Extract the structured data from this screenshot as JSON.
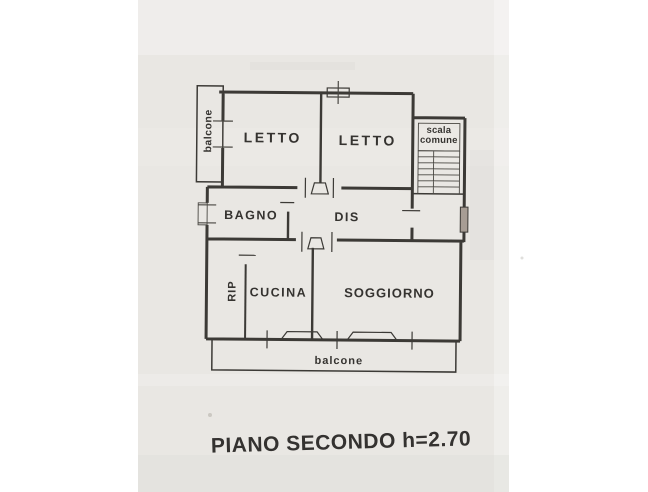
{
  "floor_plan": {
    "caption": "PIANO SECONDO h=2.70",
    "rooms": {
      "letto_left": "LETTO",
      "letto_right": "LETTO",
      "bagno": "BAGNO",
      "dis": "DIS",
      "rip": "RIP",
      "cucina": "CUCINA",
      "soggiorno": "SOGGIORNO"
    },
    "balcony_top": "balcone",
    "balcony_bottom": "balcone",
    "stairwell": {
      "line1": "scala",
      "line2": "comune"
    }
  },
  "colors": {
    "paper": "#e9e7e3",
    "margin": "#ffffff",
    "ink": "#3c3a36",
    "door_fill": "#a79d94"
  }
}
